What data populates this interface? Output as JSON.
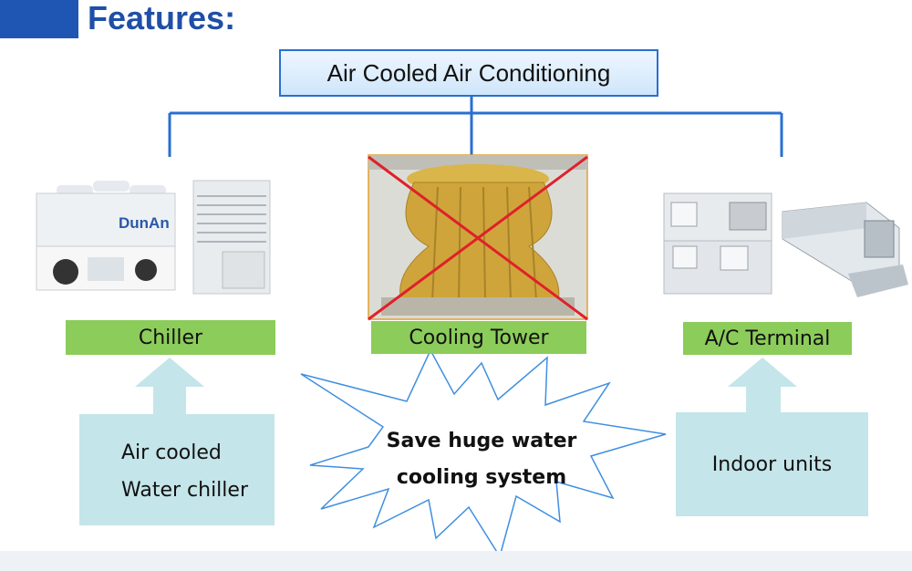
{
  "header": {
    "title": "Features:"
  },
  "top_box": {
    "label": "Air Cooled Air Conditioning"
  },
  "columns": {
    "left": {
      "label": "Chiller",
      "note_line1": "Air cooled",
      "note_line2": "Water chiller",
      "brand": "DunAn"
    },
    "center": {
      "label": "Cooling Tower",
      "crossed_out": true
    },
    "right": {
      "label": "A/C Terminal",
      "note": "Indoor units"
    }
  },
  "burst": {
    "line1": "Save huge water",
    "line2": "cooling system"
  },
  "colors": {
    "title": "#1f4fa8",
    "connector": "#2a6fd0",
    "label_green": "#8ccc5a",
    "note_box": "#c4e5e9",
    "cross": "#e0202a"
  }
}
